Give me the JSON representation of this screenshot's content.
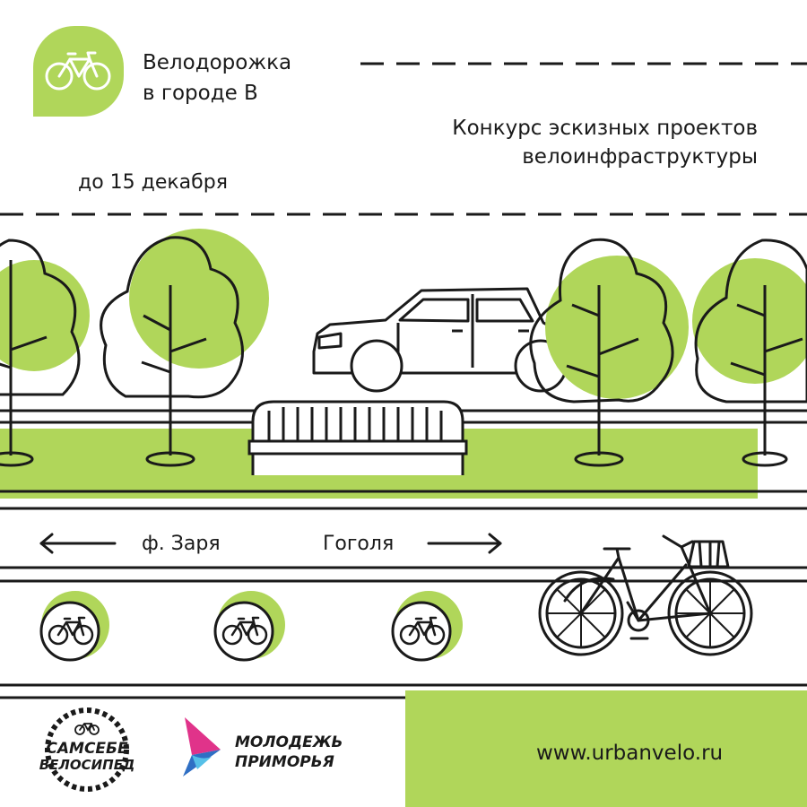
{
  "header": {
    "title_line1": "Велодорожка",
    "title_line2": "в городе В",
    "subtitle_line1": "Конкурс эскизных проектов",
    "subtitle_line2": "велоинфраструктуры",
    "deadline": "до 15 декабря"
  },
  "street": {
    "left_label": "ф. Заря",
    "right_label": "Гоголя"
  },
  "footer": {
    "website": "www.urbanvelo.ru",
    "logo_left_line1": "САМСЕБЕ",
    "logo_left_line2": "ВЕЛОСИПЕД",
    "logo_right_line1": "МОЛОДЕЖЬ",
    "logo_right_line2": "ПРИМОРЬЯ"
  },
  "icons": {
    "logo": "bicycle-icon",
    "lane_marker": "bicycle-lane-icon",
    "arrow_left": "arrow-left-icon",
    "arrow_right": "arrow-right-icon"
  },
  "colors": {
    "accent": "#b0d65a",
    "ink": "#1a1a1a",
    "background": "#ffffff",
    "logo_pink": "#e0338a",
    "logo_blue": "#2f6fc4"
  }
}
